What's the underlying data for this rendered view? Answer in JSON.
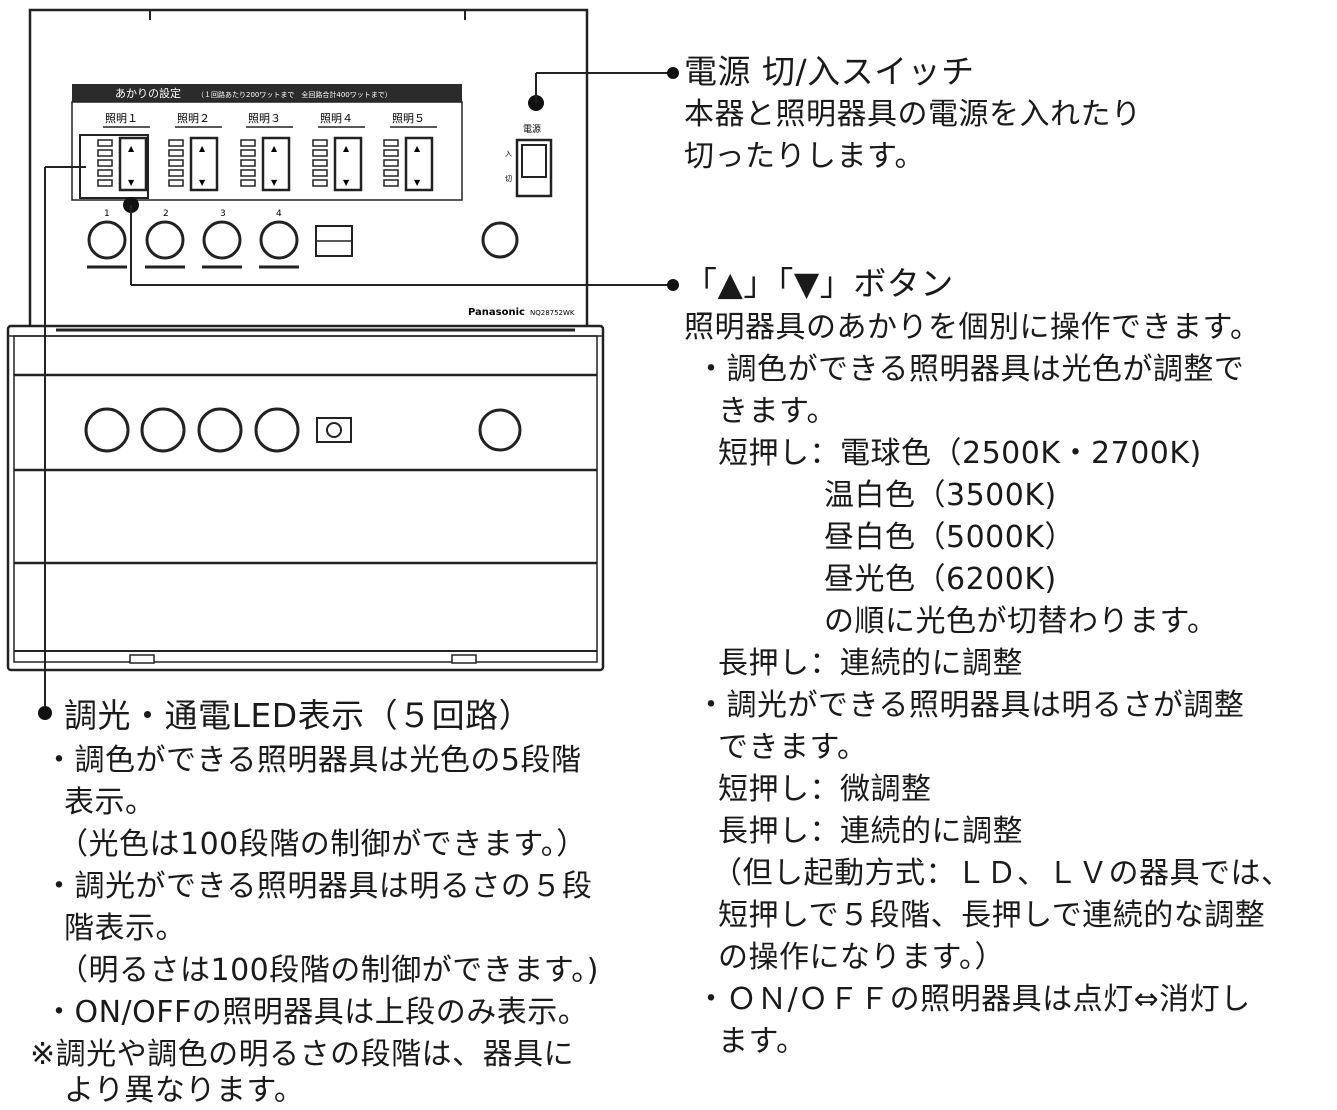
{
  "panel": {
    "settings_title": "あかりの設定",
    "settings_note": "（１回路あたり200ワットまで　全回路合計400ワットまで）",
    "light_labels": [
      "照明１",
      "照明２",
      "照明３",
      "照明４",
      "照明５"
    ],
    "scene_numbers": [
      "1",
      "2",
      "3",
      "4"
    ],
    "power_label": "電源",
    "power_on": "入",
    "power_off": "切",
    "brand": "Panasonic",
    "model": "NQ28752WK",
    "up_arrow": "▲",
    "down_arrow": "▼"
  },
  "callouts": {
    "power": {
      "title": "電源 切/入スイッチ",
      "lines": [
        "本器と照明器具の電源を入れたり",
        "切ったりします。"
      ]
    },
    "buttons": {
      "title": "「▲」「▼」ボタン",
      "lines": [
        "照明器具のあかりを個別に操作できます。",
        "・調色ができる照明器具は光色が調整で",
        "きます。",
        "短押し：電球色（2500K・2700K)",
        "温白色（3500K)",
        "昼白色（5000K）",
        "昼光色（6200K)",
        "の順に光色が切替わります。",
        "長押し：連続的に調整",
        "・調光ができる照明器具は明るさが調整",
        "できます。",
        "短押し：微調整",
        "長押し：連続的に調整",
        "（但し起動方式：ＬＤ、ＬＶの器具では、",
        "短押しで５段階、長押しで連続的な調整",
        "の操作になります。）",
        "・ＯＮ/ＯＦＦの照明器具は点灯⇔消灯し",
        "ます。"
      ]
    },
    "led": {
      "title": "調光・通電LED表示（５回路）",
      "lines": [
        "・調色ができる照明器具は光色の5段階",
        "表示。",
        "（光色は100段階の制御ができます。）",
        "・調光ができる照明器具は明るさの５段",
        "階表示。",
        "（明るさは100段階の制御ができます。)",
        "・ON/OFFの照明器具は上段のみ表示。",
        "※調光や調色の明るさの段階は、器具に",
        "より異なります。"
      ]
    }
  }
}
